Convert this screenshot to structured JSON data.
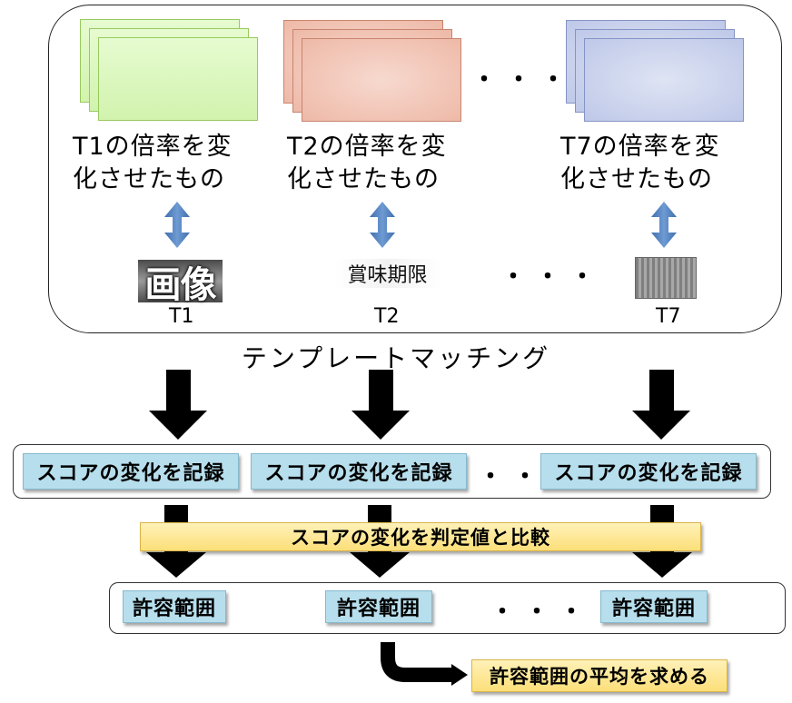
{
  "top": {
    "variants": [
      {
        "line1": "T1の倍率を変",
        "line2": "化させたもの"
      },
      {
        "line1": "T2の倍率を変",
        "line2": "化させたもの"
      },
      {
        "line1": "T7の倍率を変",
        "line2": "化させたもの"
      }
    ],
    "ellipsis": "・・・",
    "templates": [
      {
        "image_text": "画像",
        "label": "T1"
      },
      {
        "image_text": "賞味期限",
        "label": "T2"
      },
      {
        "label": "T7"
      }
    ]
  },
  "matching_label": "テンプレートマッチング",
  "record": {
    "boxes": [
      "スコアの変化を記録",
      "スコアの変化を記録",
      "スコアの変化を記録"
    ],
    "ellipsis": "・・・"
  },
  "compare_label": "スコアの変化を判定値と比較",
  "ranges": {
    "boxes": [
      "許容範囲",
      "許容範囲",
      "許容範囲"
    ],
    "ellipsis": "・・・"
  },
  "final_label": "許容範囲の平均を求める",
  "colors": {
    "arrow_blue": "#4f81bd",
    "card_green": "#d2f3ae",
    "card_red": "#eeb9a7",
    "card_blue": "#bec8e8",
    "box_blue": "#b7deec",
    "box_yellow": "#fcdf79"
  }
}
